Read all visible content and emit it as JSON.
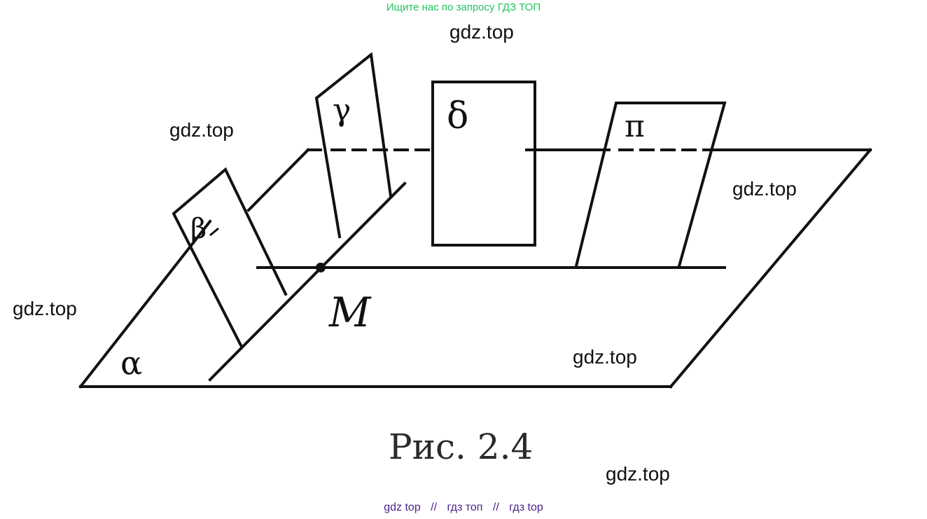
{
  "banner": {
    "text": "Ищите нас по запросу ГДЗ ТОП"
  },
  "watermarks": [
    "gdz.top",
    "gdz.top",
    "gdz.top",
    "gdz.top",
    "gdz.top",
    "gdz.top"
  ],
  "figure": {
    "labels": {
      "alpha": "α",
      "beta": "β",
      "gamma": "γ",
      "delta": "δ",
      "pi": "π",
      "point_m": "M"
    },
    "caption": "Рис. 2.4"
  },
  "footer": {
    "link1": "gdz top",
    "sep1": "//",
    "link2": "гдз топ",
    "sep2": "//",
    "link3": "гдз top"
  }
}
